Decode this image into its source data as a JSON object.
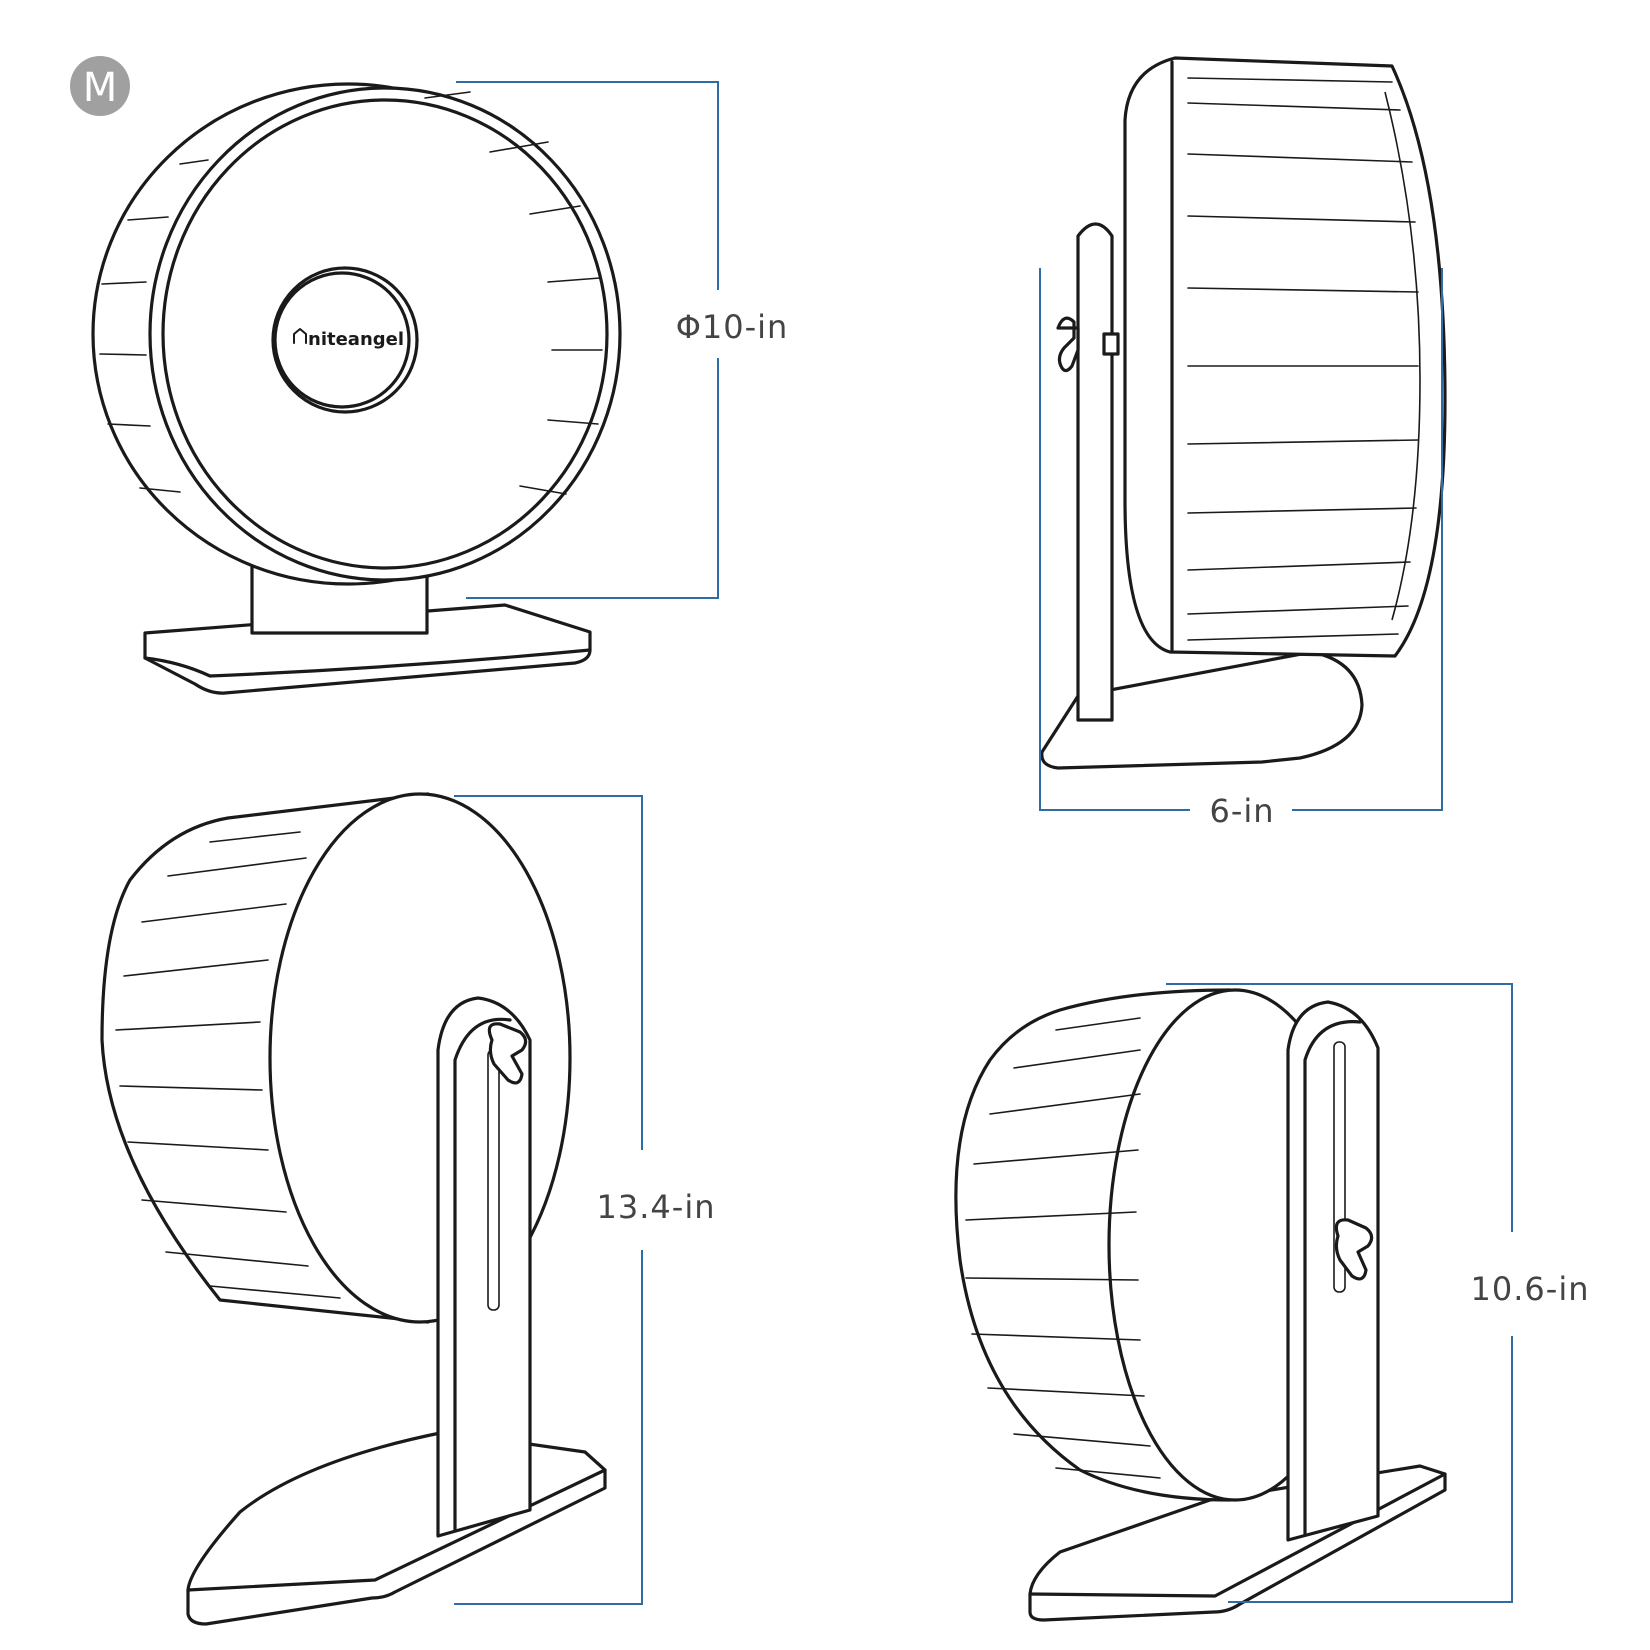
{
  "badge": {
    "label": "M",
    "color": "#a0a0a0"
  },
  "brand": {
    "name": "niteangel",
    "icon": "house-icon"
  },
  "dimensions": {
    "diameter": "Φ10-in",
    "depth": "6-in",
    "height": "13.4-in",
    "height_adjusted": "10.6-in"
  },
  "colors": {
    "dimension_line": "#2e6ca3",
    "outline": "#1a1a1a"
  }
}
